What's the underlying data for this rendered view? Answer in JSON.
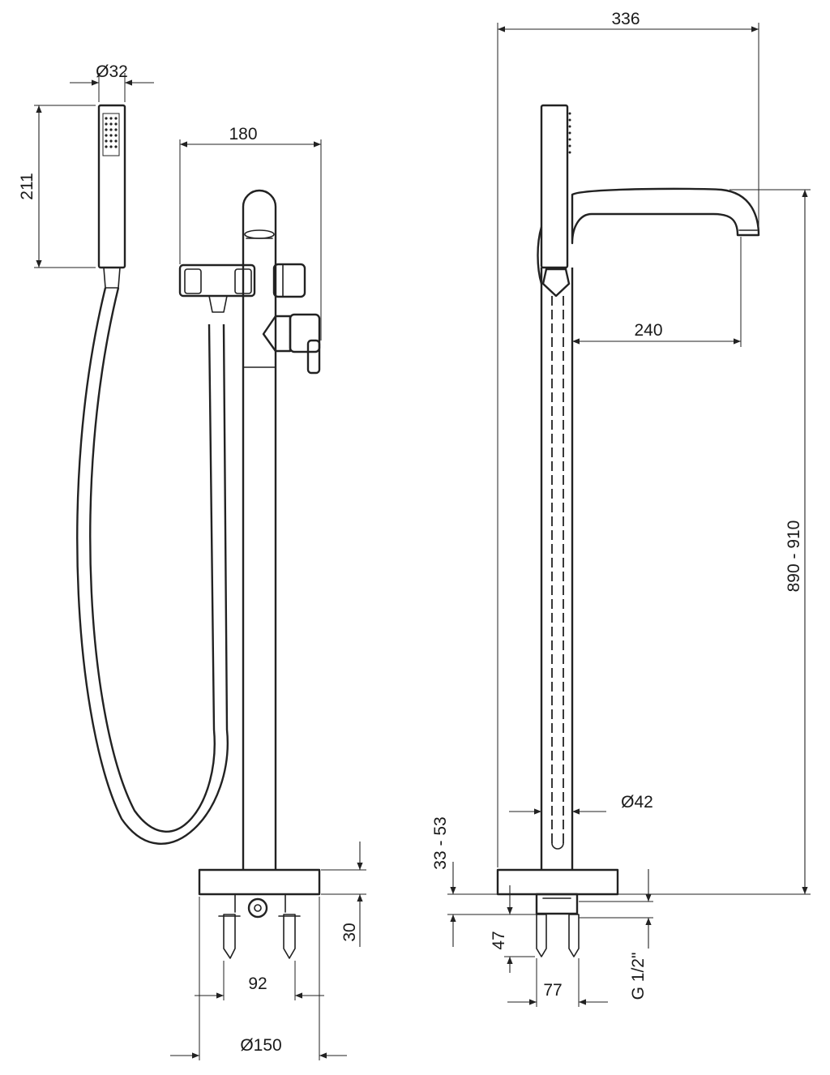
{
  "dimensions": {
    "handshower_diameter": "Ø32",
    "handshower_length": "211",
    "left_width": "180",
    "right_width": "336",
    "spout_reach": "240",
    "total_height": "890 - 910",
    "column_diameter": "Ø42",
    "adjust_range": "33 - 53",
    "base_height_left": "30",
    "bolt_spacing_left": "92",
    "base_diameter": "Ø150",
    "depth_right": "47",
    "bolt_spacing_right": "77",
    "thread": "G 1/2\""
  },
  "colors": {
    "line": "#222222",
    "background": "#ffffff"
  }
}
